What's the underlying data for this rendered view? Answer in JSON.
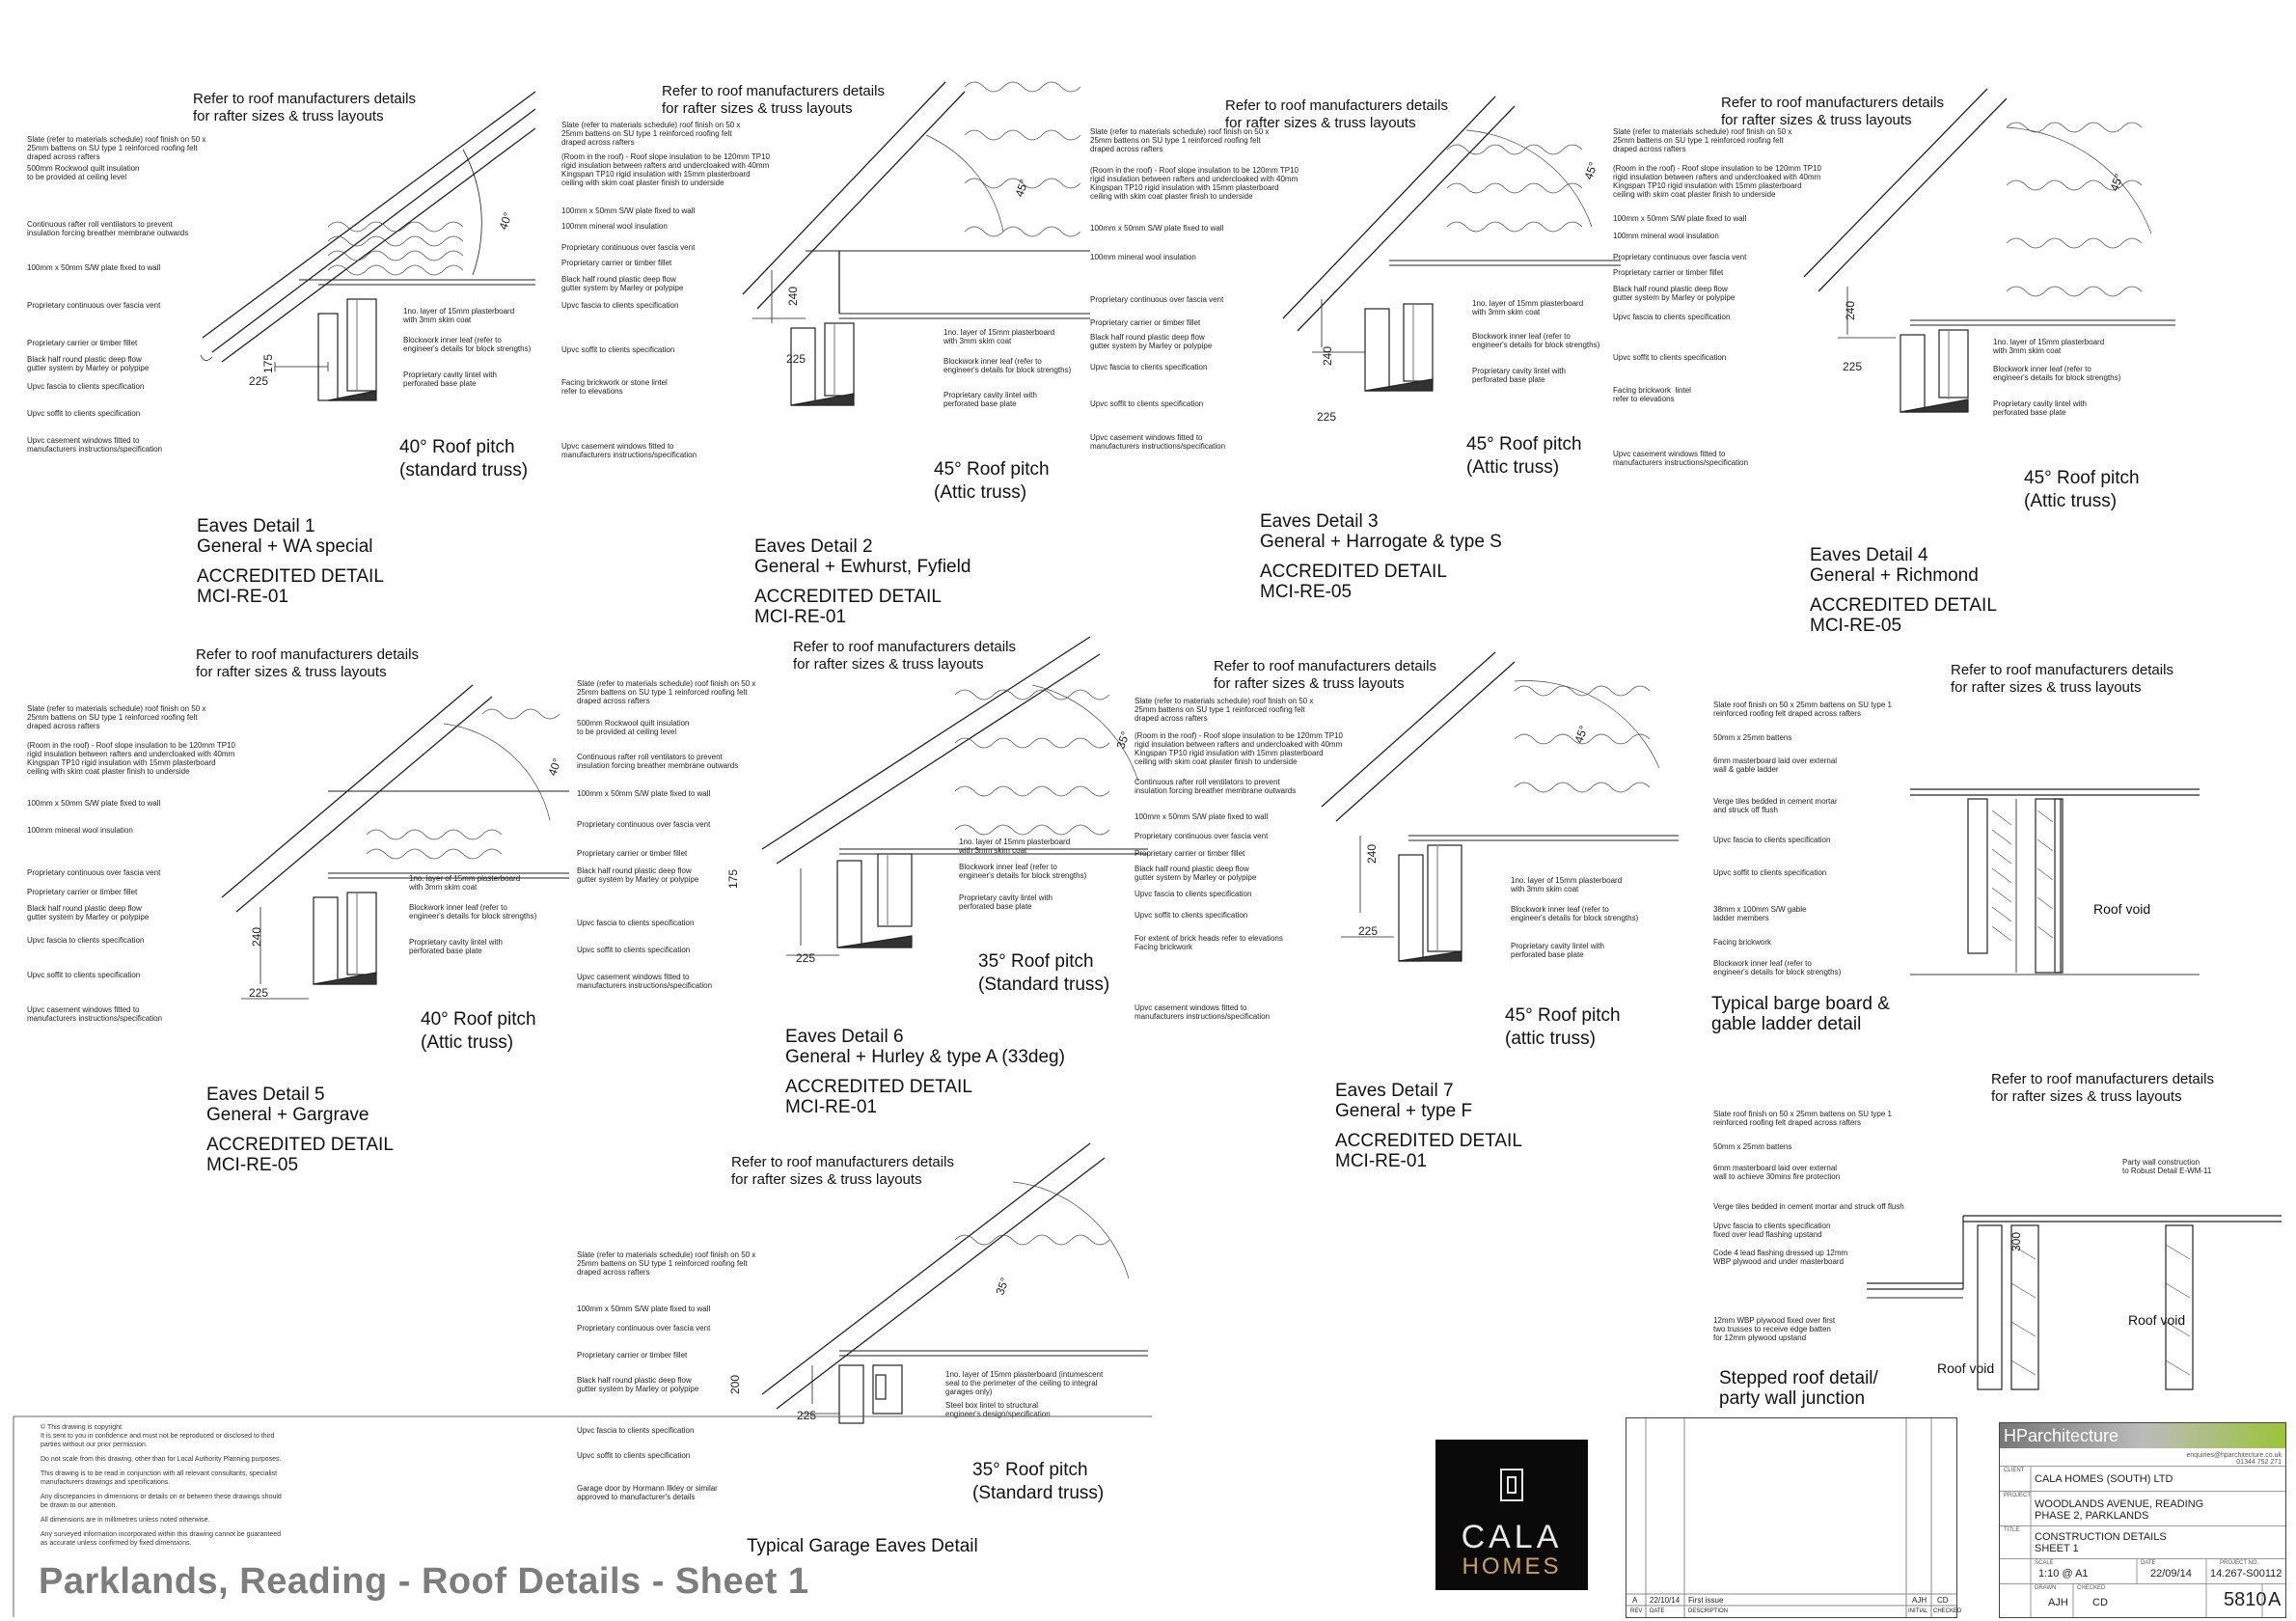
{
  "sheet_title": "Parklands, Reading - Roof Details - Sheet 1",
  "ref_note": "Refer to roof manufacturers details\nfor rafter sizes & truss layouts",
  "details": [
    {
      "id": "d1",
      "title": "Eaves Detail 1",
      "sub": "General + WA special",
      "acc": "ACCREDITED DETAIL",
      "code": "MCI-RE-01",
      "pitch": "40° Roof pitch\n(standard truss)",
      "dim_h": "225",
      "dim_v": "175"
    },
    {
      "id": "d2",
      "title": "Eaves Detail 2",
      "sub": "General + Ewhurst, Fyfield",
      "acc": "ACCREDITED DETAIL",
      "code": "MCI-RE-01",
      "pitch": "45° Roof pitch\n(Attic truss)",
      "dim_h": "225",
      "dim_v": "240"
    },
    {
      "id": "d3",
      "title": "Eaves Detail 3",
      "sub": "General + Harrogate & type S",
      "acc": "ACCREDITED DETAIL",
      "code": "MCI-RE-05",
      "pitch": "45° Roof pitch\n(Attic truss)",
      "dim_h": "225",
      "dim_v": "240"
    },
    {
      "id": "d4",
      "title": "Eaves Detail 4",
      "sub": "General + Richmond",
      "acc": "ACCREDITED DETAIL",
      "code": "MCI-RE-05",
      "pitch": "45° Roof pitch\n(Attic truss)",
      "dim_h": "225",
      "dim_v": "240"
    },
    {
      "id": "d5",
      "title": "Eaves Detail 5",
      "sub": "General + Gargrave",
      "acc": "ACCREDITED DETAIL",
      "code": "MCI-RE-05",
      "pitch": "40° Roof pitch\n(Attic truss)",
      "dim_h": "225",
      "dim_v": "240"
    },
    {
      "id": "d6",
      "title": "Eaves Detail 6",
      "sub": "General + Hurley  & type A (33deg)",
      "acc": "ACCREDITED DETAIL",
      "code": "MCI-RE-01",
      "pitch": "35° Roof pitch\n(Standard truss)",
      "dim_h": "225",
      "dim_v": "175"
    },
    {
      "id": "d7",
      "title": "Eaves Detail 7",
      "sub": "General + type F",
      "acc": "ACCREDITED DETAIL",
      "code": "MCI-RE-01",
      "pitch": "45° Roof pitch\n(attic truss)",
      "dim_h": "225",
      "dim_v": "240"
    }
  ],
  "angles": {
    "a40": "40°",
    "a45": "45°",
    "a35": "35°"
  },
  "labels": {
    "slate": "Slate (refer to materials schedule) roof finish on 50 x\n25mm battens on SU type 1 reinforced roofing felt\ndraped across rafters",
    "quilt": "500mm Rockwool quilt insulation\nto be provided at ceiling level",
    "room": "(Room in the roof) - Roof slope insulation to be 120mm TP10\nrigid insulation between rafters and undercloaked with 40mm\nKingspan TP10 rigid insulation with 15mm plasterboard\nceiling with skim coat plaster finish to underside",
    "rafter_vent": "Continuous rafter roll ventilators to prevent\ninsulation forcing breather membrane outwards",
    "plate": "100mm x 50mm S/W plate fixed to wall",
    "mineral": "100mm mineral wool insulation",
    "fascia_vent": "Proprietary continuous over fascia vent",
    "carrier": "Proprietary carrier or timber fillet",
    "gutter": "Black half round plastic deep flow\ngutter system by Marley or polypipe",
    "fascia": "Upvc fascia to clients specification",
    "soffit": "Upvc soffit to clients specification",
    "windows": "Upvc casement windows fitted to\nmanufacturers instructions/specification",
    "facing_lintel": "Facing brickwork or stone lintel\nrefer to elevations",
    "facing_brick_lintel": "Facing brickwork  lintel\nrefer to elevations",
    "brick_heads": "For extent of brick heads refer to elevations\nFacing brickwork",
    "plasterboard": "1no. layer of 15mm plasterboard\nwith 3mm skim coat",
    "blockwork": "Blockwork inner leaf (refer to\nengineer's details for block strengths)",
    "lintel": "Proprietary cavity lintel with\nperforated base plate",
    "garage_plasterboard": "1no. layer of 15mm plasterboard (intumescent\nseal to the perimeter of the ceiling to integral\ngarages only)",
    "steel_box": "Steel box lintel to structural\nengineer's design/specification",
    "garage_door": "Garage door by Hormann Ilkley or similar\napproved to manufacturer's details"
  },
  "garage": {
    "title": "Typical Garage Eaves Detail",
    "pitch": "35° Roof pitch\n(Standard truss)",
    "dim_h": "225",
    "dim_v": "200"
  },
  "barge": {
    "title": "Typical barge board &\ngable ladder detail",
    "void": "Roof void",
    "labels": [
      "Slate roof finish on 50 x 25mm battens on SU type 1\nreinforced roofing felt draped across rafters",
      "50mm x 25mm battens",
      "6mm masterboard laid over external\nwall & gable ladder",
      "Verge tiles bedded in cement mortar\nand struck off flush",
      "Upvc fascia to clients specification",
      "Upvc soffit to clients specification",
      "38mm x 100mm S/W gable\nladder members",
      "Facing brickwork",
      "Blockwork inner leaf (refer to\nengineer's details for block strengths)"
    ]
  },
  "stepped": {
    "title": "Stepped roof detail/\nparty wall junction",
    "void1": "Roof void",
    "void2": "Roof void",
    "dim": "300",
    "labels": [
      "Slate roof finish on 50 x 25mm battens on SU type 1\nreinforced roofing felt draped across rafters",
      "50mm x 25mm battens",
      "6mm masterboard laid over external\nwall to achieve 30mins fire protection",
      "Verge tiles bedded in cement mortar and struck off flush",
      "Upvc fascia to clients specification\nfixed over lead flashing upstand",
      "Code 4 lead flashing dressed up 12mm\nWBP plywood and under masterboard",
      "12mm WBP plywood fixed over first\ntwo trusses to receive edge batten\nfor 12mm plywood upstand"
    ],
    "party_wall": "Party wall construction\nto Robust Detail E-WM-11"
  },
  "notes": [
    "© This drawing is copyright.\nIt is sent to you in confidence and must not be reproduced or disclosed to third\nparties without our prior permission.",
    "Do not scale from this drawing, other than for Local Authority Planning purposes.",
    "This drawing is to be read in conjunction with all relevant consultants, specialist\nmanufacturers drawings and specifications.",
    "Any discrepancies in dimensions or details on or between these drawings should\nbe drawn to our attention.",
    "All dimensions are in millimetres unless noted otherwise.",
    "Any surveyed information incorporated within this drawing cannot be guaranteed\nas accurate unless confirmed by fixed dimensions."
  ],
  "logo": {
    "line1": "CALA",
    "line2": "HOMES"
  },
  "revision": {
    "rev": "A",
    "date": "22/10/14",
    "desc": "First issue",
    "drawn": "AJH",
    "checked": "CD",
    "h_rev": "REV",
    "h_date": "DATE",
    "h_desc": "DESCRIPTION",
    "h_initial": "INITIAL",
    "h_checked": "CHECKED"
  },
  "titleblock": {
    "firm": "HParchitecture",
    "contact": "enquiries@hparchitecture.co.uk\n01344 752 271",
    "client_h": "CLIENT",
    "client": "CALA HOMES (SOUTH) LTD",
    "project_h": "PROJECT",
    "project": "WOODLANDS AVENUE, READING\nPHASE 2, PARKLANDS",
    "title_h": "TITLE",
    "title": "CONSTRUCTION DETAILS\nSHEET 1",
    "scale_h": "SCALE",
    "scale": "1:10 @ A1",
    "date_h": "DATE",
    "date": "22/09/14",
    "projno_h": "PROJECT NO.",
    "projno": "14.267-S00112",
    "drawn_h": "DRAWN",
    "drawn": "AJH",
    "checked_h": "CHECKED",
    "checked": "CD",
    "dwg": "5810",
    "rev": "A"
  }
}
